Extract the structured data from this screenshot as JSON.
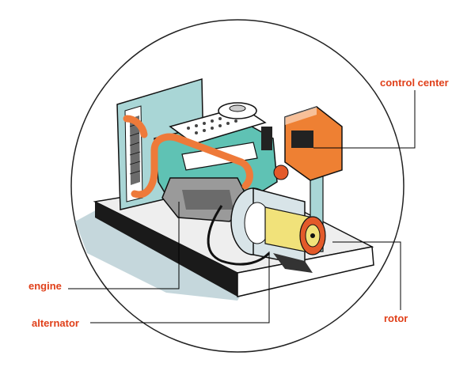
{
  "labels": {
    "control_center": "control center",
    "engine": "engine",
    "alternator": "alternator",
    "rotor": "rotor"
  },
  "colors": {
    "label_text": "#e0401a",
    "leader_line": "#000000",
    "circle_outline": "#222222",
    "base_top": "#eeeeee",
    "base_side": "#1a1a1a",
    "shadow": "#b7cdd3",
    "radiator": "#a9d6d6",
    "engine_body": "#5fc2b4",
    "exhaust_pipe": "#ee7a3a",
    "control_box": "#ee8033",
    "alternator_housing": "#d8e4e8",
    "rotor_yellow": "#f1e27a",
    "rotor_end": "#e35a2a"
  }
}
